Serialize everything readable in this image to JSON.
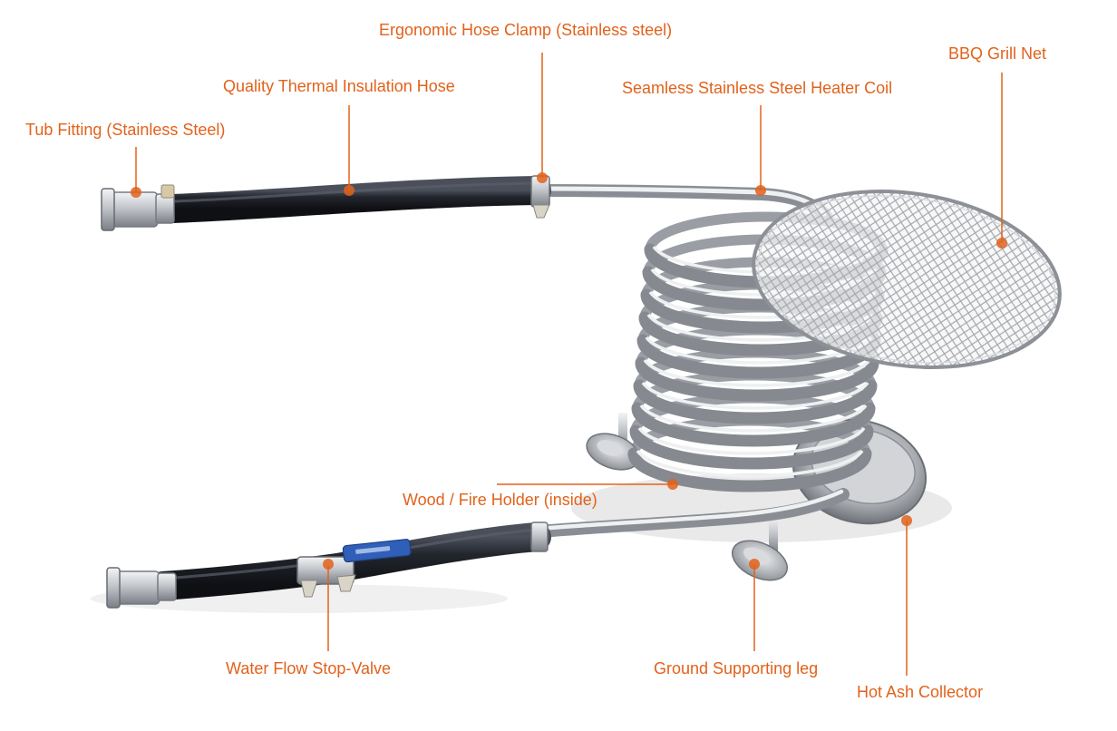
{
  "colors": {
    "accent": "#e2621b",
    "steel_light": "#e9eaec",
    "steel_mid": "#b9bcc1",
    "steel_dark": "#7d8187",
    "hose": "#1f2229",
    "valve_blue": "#2f5fb8",
    "background": "#ffffff"
  },
  "labels": {
    "hose_clamp": "Ergonomic Hose Clamp (Stainless steel)",
    "grill_net": "BBQ Grill Net",
    "insulation_hose": "Quality Thermal Insulation Hose",
    "heater_coil": "Seamless Stainless Steel Heater Coil",
    "tub_fitting": "Tub Fitting (Stainless Steel)",
    "fire_holder": "Wood / Fire Holder (inside)",
    "stop_valve": "Water Flow Stop-Valve",
    "supporting_leg": "Ground Supporting leg",
    "ash_collector": "Hot Ash Collector"
  }
}
